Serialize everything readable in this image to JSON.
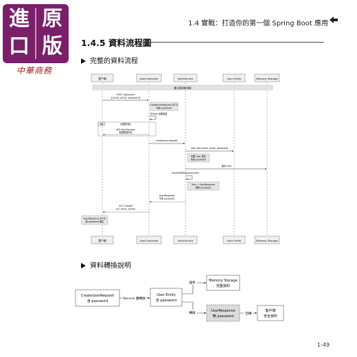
{
  "badge": {
    "chars": [
      "進",
      "原",
      "口",
      "版"
    ],
    "subtitle": "中華商務",
    "colors": {
      "box": "#7a1f6a",
      "subtitle": "#b0171c"
    }
  },
  "header": {
    "text": "1.4  實戰：打造你的第一個 Spring Boot 應用",
    "icon": "left-arrow-icon"
  },
  "section": {
    "title": "1.4.5  資料流程圖"
  },
  "subsections": {
    "complete_flow": "完整的資料流程",
    "conversion": "資料轉換說明"
  },
  "sequence": {
    "participants": [
      "客戶端",
      "UserController",
      "UserService",
      "User Entity",
      "Memory Storage"
    ],
    "banner": "建立使用者流程",
    "messages": {
      "post_line1": "POST /api/users",
      "post_line2": "{name, email, password}",
      "note_create_line1": "CreateUserRequest (DTO)",
      "note_create_line2": "包含 password",
      "validate": "@Valid 自動驗證",
      "alt_tag": "alt",
      "alt_cond": "[驗證失敗]",
      "bad_line1": "400 Bad Request",
      "bad_line2": "驗證錯誤訊息",
      "create_user": "createUser(request)",
      "new_user": "new User(name, email, password)",
      "note_entity_line1": "完整 User 物件",
      "note_entity_line2": "包含 password",
      "store": "儲存 User",
      "convert": "convertToResponse(user)",
      "note_conv_line1": "User → UserResponse",
      "note_conv_line2": "移除 password",
      "resp_line1": "UserResponse",
      "resp_line2": "不含 password",
      "created_line1": "201 Created",
      "created_line2": "{id, name, email}",
      "note_resp_line1": "UserResponse (DTO)",
      "note_resp_line2": "無 password 欄位"
    }
  },
  "flow": {
    "request_line1": "CreateUserRequest",
    "request_line2": "含 password",
    "arrow_service": "Service 層轉換",
    "entity_line1": "User Entity",
    "entity_line2": "含 password",
    "store_label": "儲存",
    "storage_line1": "Memory Storage",
    "storage_line2": "完整資料",
    "convert_label": "轉換",
    "response_line1": "UserResponse",
    "response_line2": "無 password",
    "return_label": "回傳",
    "client_line1": "客戶端",
    "client_line2": "安全資料"
  },
  "page_number": "1-49"
}
